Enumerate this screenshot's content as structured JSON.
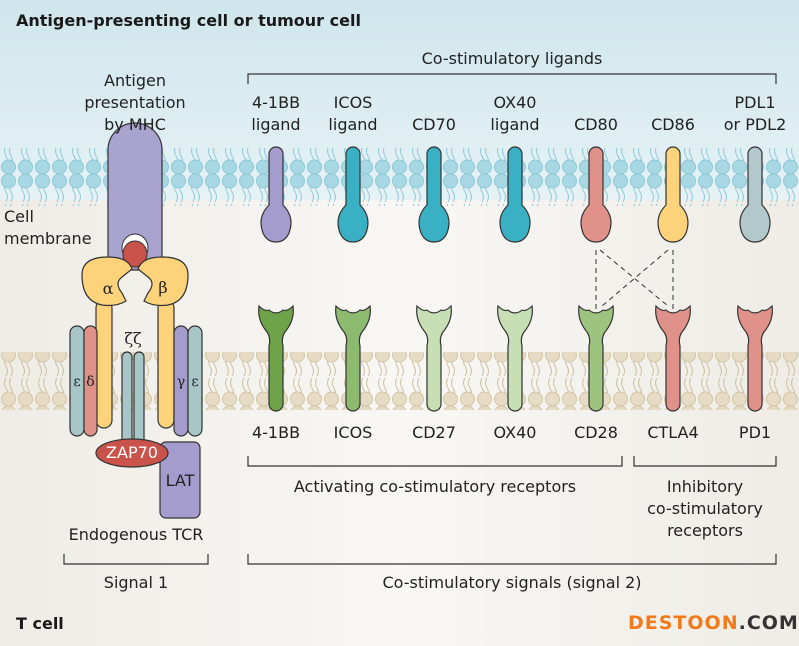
{
  "regions": {
    "top_title": "Antigen-presenting cell or tumour cell",
    "bottom_title": "T cell",
    "membrane_label": [
      "Cell",
      "membrane"
    ]
  },
  "mhc": {
    "label": [
      "Antigen",
      "presentation",
      "by MHC"
    ]
  },
  "tcr": {
    "alpha": "α",
    "beta": "β",
    "zeta": "ζζ",
    "left_cd3": [
      "ε",
      "δ"
    ],
    "right_cd3": [
      "γ",
      "ε"
    ],
    "zap70": "ZAP70",
    "lat": "LAT",
    "label": "Endogenous TCR",
    "signal_label": "Signal 1"
  },
  "ligands": {
    "group_label": "Co-stimulatory ligands",
    "items": [
      {
        "label": [
          "4-1BB",
          "ligand"
        ],
        "color": "#a49ccc"
      },
      {
        "label": [
          "ICOS",
          "ligand"
        ],
        "color": "#3ab0c4"
      },
      {
        "label": [
          "CD70"
        ],
        "color": "#3ab0c4"
      },
      {
        "label": [
          "OX40",
          "ligand"
        ],
        "color": "#3ab0c4"
      },
      {
        "label": [
          "CD80"
        ],
        "color": "#e0918a"
      },
      {
        "label": [
          "CD86"
        ],
        "color": "#fcd27a"
      },
      {
        "label": [
          "PDL1",
          "or PDL2"
        ],
        "color": "#b2c8cb"
      }
    ]
  },
  "receptors": {
    "items": [
      {
        "label": "4-1BB",
        "color": "#6fa34a"
      },
      {
        "label": "ICOS",
        "color": "#8cbb6f"
      },
      {
        "label": "CD27",
        "color": "#c7dfb4"
      },
      {
        "label": "OX40",
        "color": "#c7dfb4"
      },
      {
        "label": "CD28",
        "color": "#9cc47e"
      },
      {
        "label": "CTLA4",
        "color": "#e0918a"
      },
      {
        "label": "PD1",
        "color": "#e0918a"
      }
    ],
    "activating_label": "Activating co-stimulatory receptors",
    "inhibitory_label": [
      "Inhibitory",
      "co-stimulatory",
      "receptors"
    ],
    "signal2_label": "Co-stimulatory signals (signal 2)"
  },
  "colors": {
    "top_bg": "#d4e9ef",
    "bottom_bg": "#f4f2ee",
    "top_lipid": "#a8d8e3",
    "bottom_lipid": "#e6dbc4",
    "mhc": "#a9a3cf",
    "peptide": "#c9534a",
    "tcr_ab": "#fcd27a",
    "cd3_teal": "#a8c5c8",
    "cd3_red": "#e0918a",
    "cd3_purple": "#a49ccc",
    "zap70": "#c9534a",
    "lat": "#a49ccc"
  },
  "watermark": {
    "part1": "DESTOON",
    "part2": ".COM"
  }
}
